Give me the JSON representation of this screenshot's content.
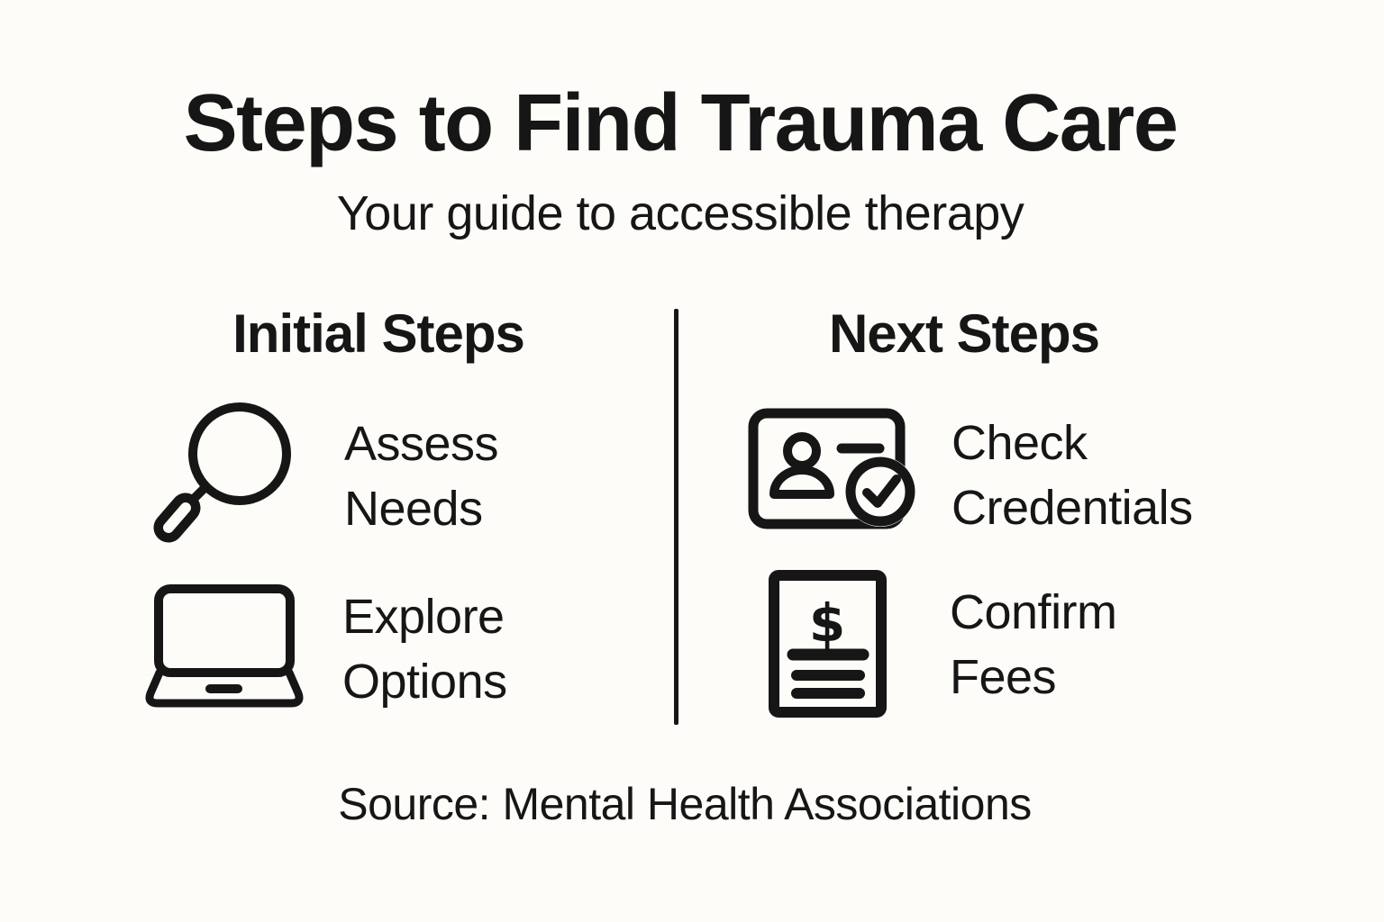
{
  "theme": {
    "background": "#fdfcf9",
    "ink": "#161616"
  },
  "header": {
    "title": "Steps to Find Trauma Care",
    "subtitle": "Your guide to accessible therapy"
  },
  "columns": [
    {
      "heading": "Initial Steps",
      "items": [
        {
          "icon": "magnifier-icon",
          "line1": "Assess",
          "line2": "Needs"
        },
        {
          "icon": "laptop-icon",
          "line1": "Explore",
          "line2": "Options"
        }
      ]
    },
    {
      "heading": "Next Steps",
      "items": [
        {
          "icon": "id-card-check-icon",
          "line1": "Check",
          "line2": "Credentials"
        },
        {
          "icon": "fee-document-icon",
          "line1": "Confirm",
          "line2": "Fees"
        }
      ]
    }
  ],
  "icons": {
    "dollar_glyph": "$"
  },
  "footer": {
    "source": "Source: Mental Health Associations"
  }
}
